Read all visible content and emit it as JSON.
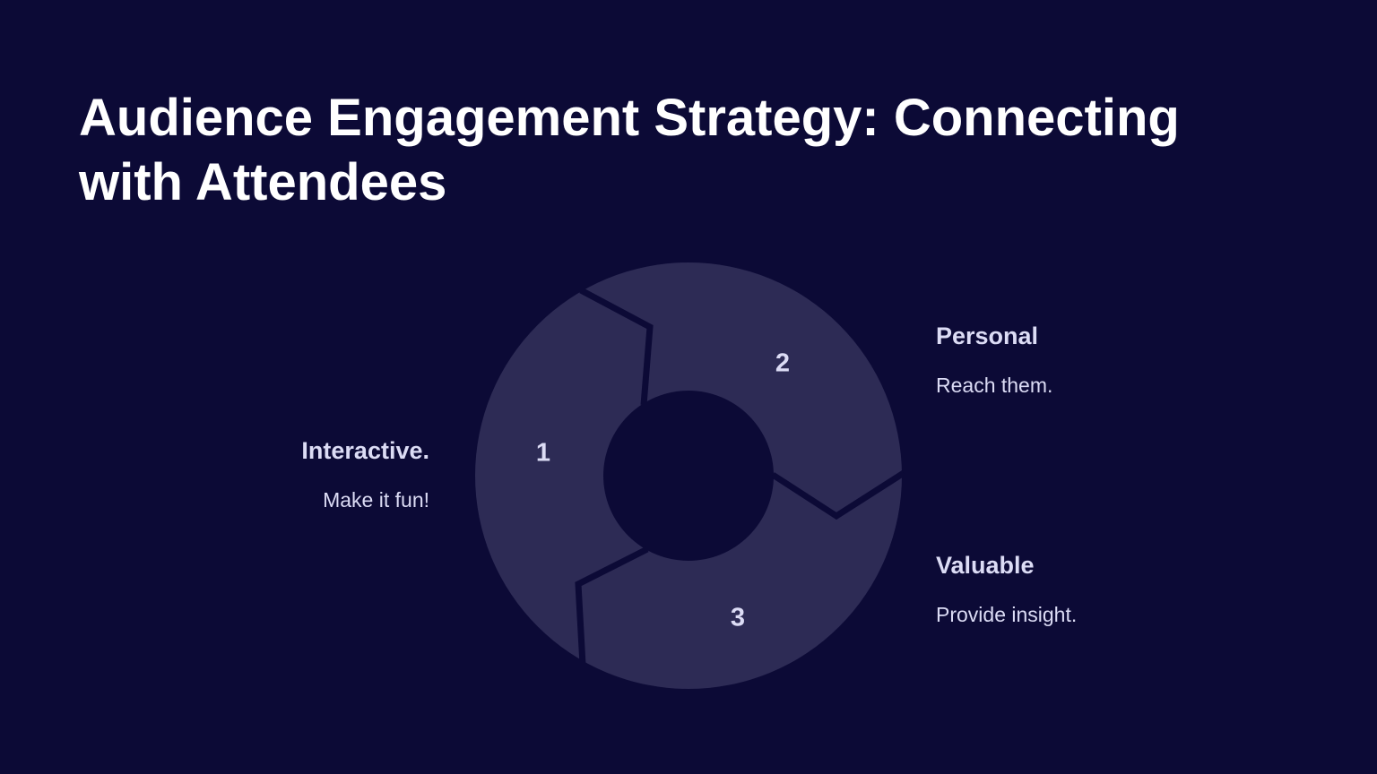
{
  "title": "Audience Engagement Strategy: Connecting with Attendees",
  "colors": {
    "background": "#0c0a36",
    "segment": "#2d2b55",
    "text": "#dcdcf5"
  },
  "segments": [
    {
      "number": "1",
      "heading": "Interactive.",
      "description": "Make it fun!"
    },
    {
      "number": "2",
      "heading": "Personal",
      "description": "Reach them."
    },
    {
      "number": "3",
      "heading": "Valuable",
      "description": "Provide insight."
    }
  ]
}
